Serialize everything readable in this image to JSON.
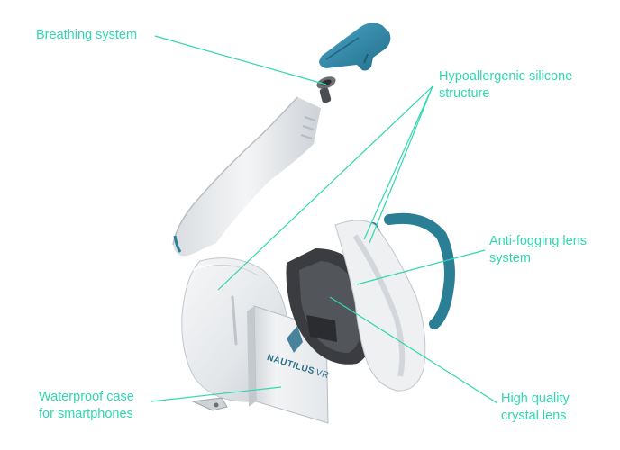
{
  "callouts": {
    "breathing": {
      "line1": "Breathing system"
    },
    "silicone": {
      "line1": "Hypoallergenic silicone",
      "line2": "structure"
    },
    "antifog": {
      "line1": "Anti-fogging lens",
      "line2": "system"
    },
    "waterproof": {
      "line1": "Waterproof case",
      "line2": "for smartphones"
    },
    "crystal": {
      "line1": "High quality",
      "line2": "crystal lens"
    }
  },
  "product": {
    "brand": "NAUTILUS",
    "model": "VR"
  },
  "colors": {
    "accent": "#2fd8b0",
    "mask_shell": "#e9ecee",
    "mask_shade": "#c9ced3",
    "frame_dark": "#3a3c40",
    "strap_teal": "#2a7f95",
    "valve_blue": "#2f86a8"
  }
}
